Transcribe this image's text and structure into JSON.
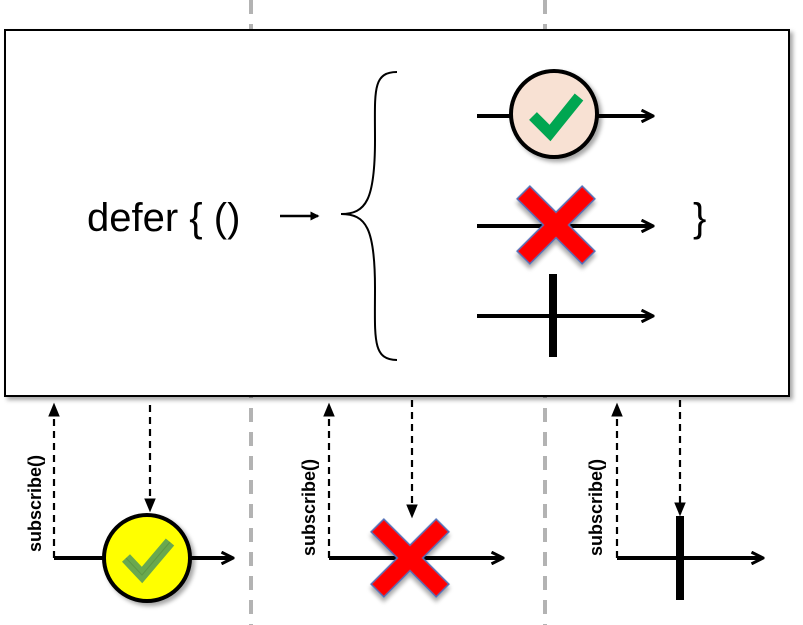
{
  "expression": {
    "prefix": "defer { ()",
    "closing_brace": "}"
  },
  "subscriptions": [
    {
      "label": "subscribe()",
      "outcome": "value"
    },
    {
      "label": "subscribe()",
      "outcome": "error"
    },
    {
      "label": "subscribe()",
      "outcome": "complete"
    }
  ],
  "colors": {
    "stroke": "#000000",
    "divider": "#b3b3b3",
    "inner_value_fill": "#f8e1d3",
    "outer_value_fill": "#ffff00",
    "inner_check": "#00a651",
    "outer_check": "#6aa84f",
    "error_fill": "#ff0000",
    "error_outline": "#4f6fb8"
  },
  "icons": {
    "value": "check-circle-icon",
    "error": "red-x-icon",
    "complete": "vertical-bar-icon"
  }
}
